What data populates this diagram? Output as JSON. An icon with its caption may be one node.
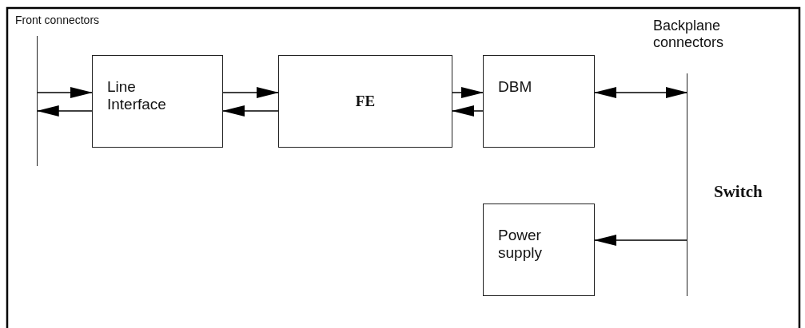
{
  "diagram": {
    "nodes": [
      {
        "text": [
          "Front connectors"
        ]
      },
      {
        "text": [
          "Line Interface"
        ]
      },
      {
        "text": [
          "FE"
        ]
      },
      {
        "text": [
          "DBM"
        ]
      },
      {
        "text": [
          "Backplane connectors"
        ]
      },
      {
        "text": [
          "Power supply"
        ]
      }
    ],
    "edges": [
      {
        "from": 0,
        "to": 1,
        "arrow": "to"
      },
      {
        "from": 1,
        "to": 0,
        "arrow": "to"
      },
      {
        "from": 1,
        "to": 2,
        "arrow": "to"
      },
      {
        "from": 2,
        "to": 1,
        "arrow": "to"
      },
      {
        "from": 2,
        "to": 3,
        "arrow": "to"
      },
      {
        "from": 3,
        "to": 2,
        "arrow": "to"
      },
      {
        "from": 3,
        "to": 4,
        "arrow": "both"
      },
      {
        "from": 4,
        "to": 5,
        "arrow": "to"
      }
    ],
    "labels": [
      "Switch"
    ]
  }
}
